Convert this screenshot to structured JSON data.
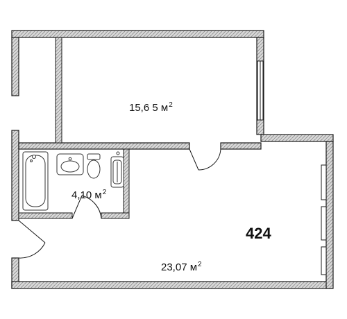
{
  "rooms": [
    {
      "id": "room-bedroom",
      "value": "15,6 5",
      "unit": "м",
      "power": "2"
    },
    {
      "id": "room-bathroom",
      "value": "4,10",
      "unit": "м",
      "power": "2"
    },
    {
      "id": "room-living",
      "value": "23,07",
      "unit": "м",
      "power": "2"
    }
  ],
  "apartment_number": "424",
  "colors": {
    "wall_fill": "#d9d9d9",
    "wall_stroke": "#1a1a1a",
    "fixture_stroke": "#333333"
  }
}
